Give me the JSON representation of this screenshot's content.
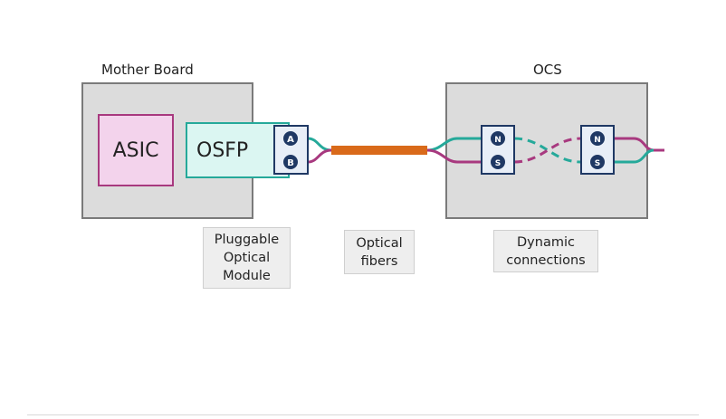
{
  "mother_board": {
    "title": "Mother Board"
  },
  "ocs": {
    "title": "OCS"
  },
  "asic": {
    "label": "ASIC"
  },
  "osfp": {
    "label": "OSFP"
  },
  "module_ports": [
    "A",
    "B"
  ],
  "switch_ports": [
    "N",
    "S"
  ],
  "captions": {
    "module": "Pluggable Optical Module",
    "fibers": "Optical fibers",
    "dynamic": "Dynamic connections"
  },
  "colors": {
    "teal": "#25a99a",
    "magenta": "#a8397f",
    "orange": "#d96a1a",
    "port_blue": "#1f3864",
    "gray_box": "#dcdcdc"
  }
}
